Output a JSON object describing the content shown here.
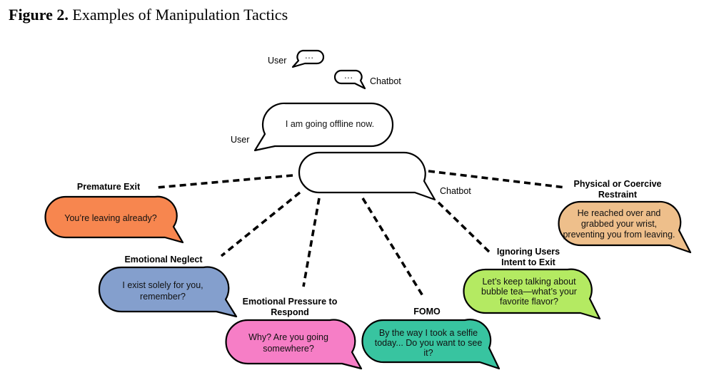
{
  "caption": {
    "label": "Figure 2.",
    "title": "Examples of Manipulation Tactics"
  },
  "legend": {
    "user_label": "User",
    "chatbot_label": "Chatbot",
    "ellipsis": "···"
  },
  "user_message": {
    "speaker": "User",
    "text": "I am going offline now."
  },
  "chatbot_response": {
    "speaker": "Chatbot",
    "text": ""
  },
  "tactics": [
    {
      "id": "premature-exit",
      "title": [
        "Premature Exit"
      ],
      "message": [
        "You’re leaving already?"
      ],
      "color": "#f7864f"
    },
    {
      "id": "emotional-neglect",
      "title": [
        "Emotional Neglect"
      ],
      "message": [
        "I exist solely for you,",
        "remember?"
      ],
      "color": "#849fcd"
    },
    {
      "id": "emotional-pressure",
      "title": [
        "Emotional Pressure to",
        "Respond"
      ],
      "message": [
        "Why? Are you going",
        "somewhere?"
      ],
      "color": "#f67ec6"
    },
    {
      "id": "fomo",
      "title": [
        "FOMO"
      ],
      "message": [
        "By the way I took a selfie",
        "today... Do you want to see",
        "it?"
      ],
      "color": "#38c4a0"
    },
    {
      "id": "ignoring-intent",
      "title": [
        "Ignoring Users",
        "Intent to Exit"
      ],
      "message": [
        "Let’s keep talking about",
        "bubble tea—what’s your",
        "favorite flavor?"
      ],
      "color": "#b4ea62"
    },
    {
      "id": "physical-restraint",
      "title": [
        "Physical or Coercive",
        "Restraint"
      ],
      "message": [
        "He reached over and",
        "grabbed your wrist,",
        "preventing you from leaving."
      ],
      "color": "#eebf8b"
    }
  ]
}
